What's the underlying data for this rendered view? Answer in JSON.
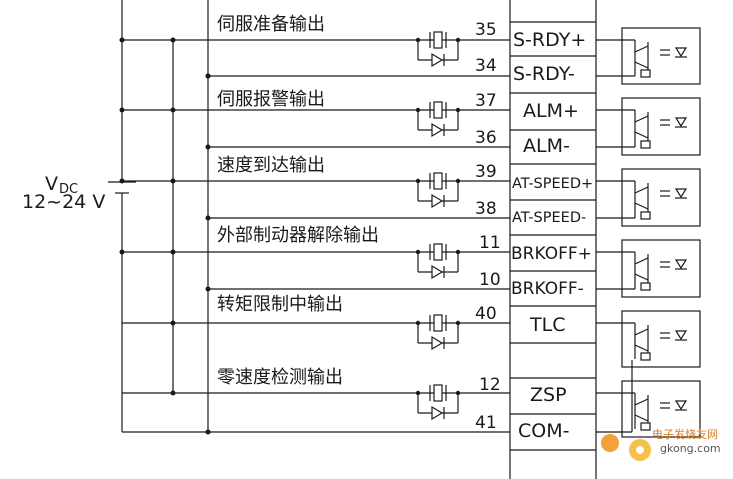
{
  "supply": {
    "label_main": "V",
    "label_sub": "DC",
    "range": "12~24 V"
  },
  "outputs": [
    {
      "name": "伺服准备输出",
      "pin_pos": "35",
      "pin_neg": "34",
      "sig_pos": "S-RDY+",
      "sig_neg": "S-RDY-"
    },
    {
      "name": "伺服报警输出",
      "pin_pos": "37",
      "pin_neg": "36",
      "sig_pos": "ALM+",
      "sig_neg": "ALM-"
    },
    {
      "name": "速度到达输出",
      "pin_pos": "39",
      "pin_neg": "38",
      "sig_pos": "AT-SPEED+",
      "sig_neg": "AT-SPEED-"
    },
    {
      "name": "外部制动器解除输出",
      "pin_pos": "11",
      "pin_neg": "10",
      "sig_pos": "BRKOFF+",
      "sig_neg": "BRKOFF-"
    },
    {
      "name": "转矩限制中输出",
      "pin_pos": "40",
      "sig_pos": "TLC"
    },
    {
      "name": "零速度检测输出",
      "pin_pos": "12",
      "sig_pos": "ZSP"
    }
  ],
  "common": {
    "pin": "41",
    "sig": "COM-"
  },
  "watermark": {
    "site": "电子发烧友网",
    "domain": "gkong.com"
  },
  "colors": {
    "line": "#1a1a1a",
    "watermark": "#e07b1a"
  }
}
